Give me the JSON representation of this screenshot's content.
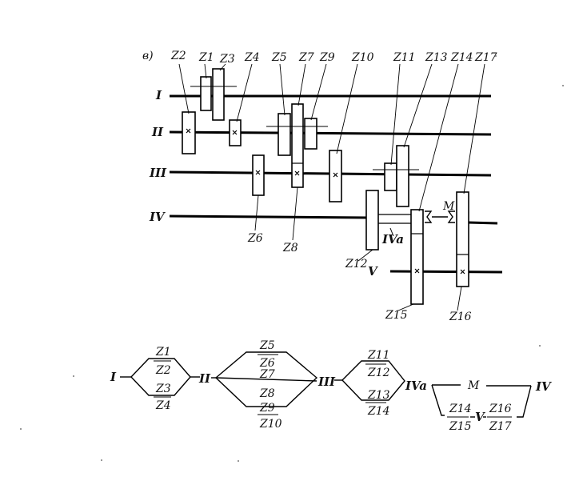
{
  "figure_label": "в)",
  "shafts": [
    "I",
    "II",
    "III",
    "IV",
    "V"
  ],
  "shaft_extra": "IVa",
  "clutch": "M",
  "gear_labels": [
    "Z2",
    "Z1",
    "Z3",
    "Z4",
    "Z5",
    "Z7",
    "Z9",
    "Z10",
    "Z11",
    "Z13",
    "Z14",
    "Z17",
    "Z6",
    "Z8",
    "Z12",
    "Z15",
    "Z16"
  ],
  "structure": {
    "I": "I",
    "II": "II",
    "III": "III",
    "IVa": "IVa",
    "M": "M",
    "IV": "IV",
    "V": "V",
    "group1": [
      {
        "num": "Z1",
        "den": "Z2"
      },
      {
        "num": "Z3",
        "den": "Z4"
      }
    ],
    "group2": [
      {
        "num": "Z5",
        "den": "Z6"
      },
      {
        "num": "Z7",
        "den": "Z8"
      },
      {
        "num": "Z9",
        "den": "Z10"
      }
    ],
    "group3": [
      {
        "num": "Z11",
        "den": "Z12"
      },
      {
        "num": "Z13",
        "den": "Z14"
      }
    ],
    "lower_left": {
      "num": "Z14",
      "den": "Z15"
    },
    "lower_right": {
      "num": "Z16",
      "den": "Z17"
    }
  }
}
